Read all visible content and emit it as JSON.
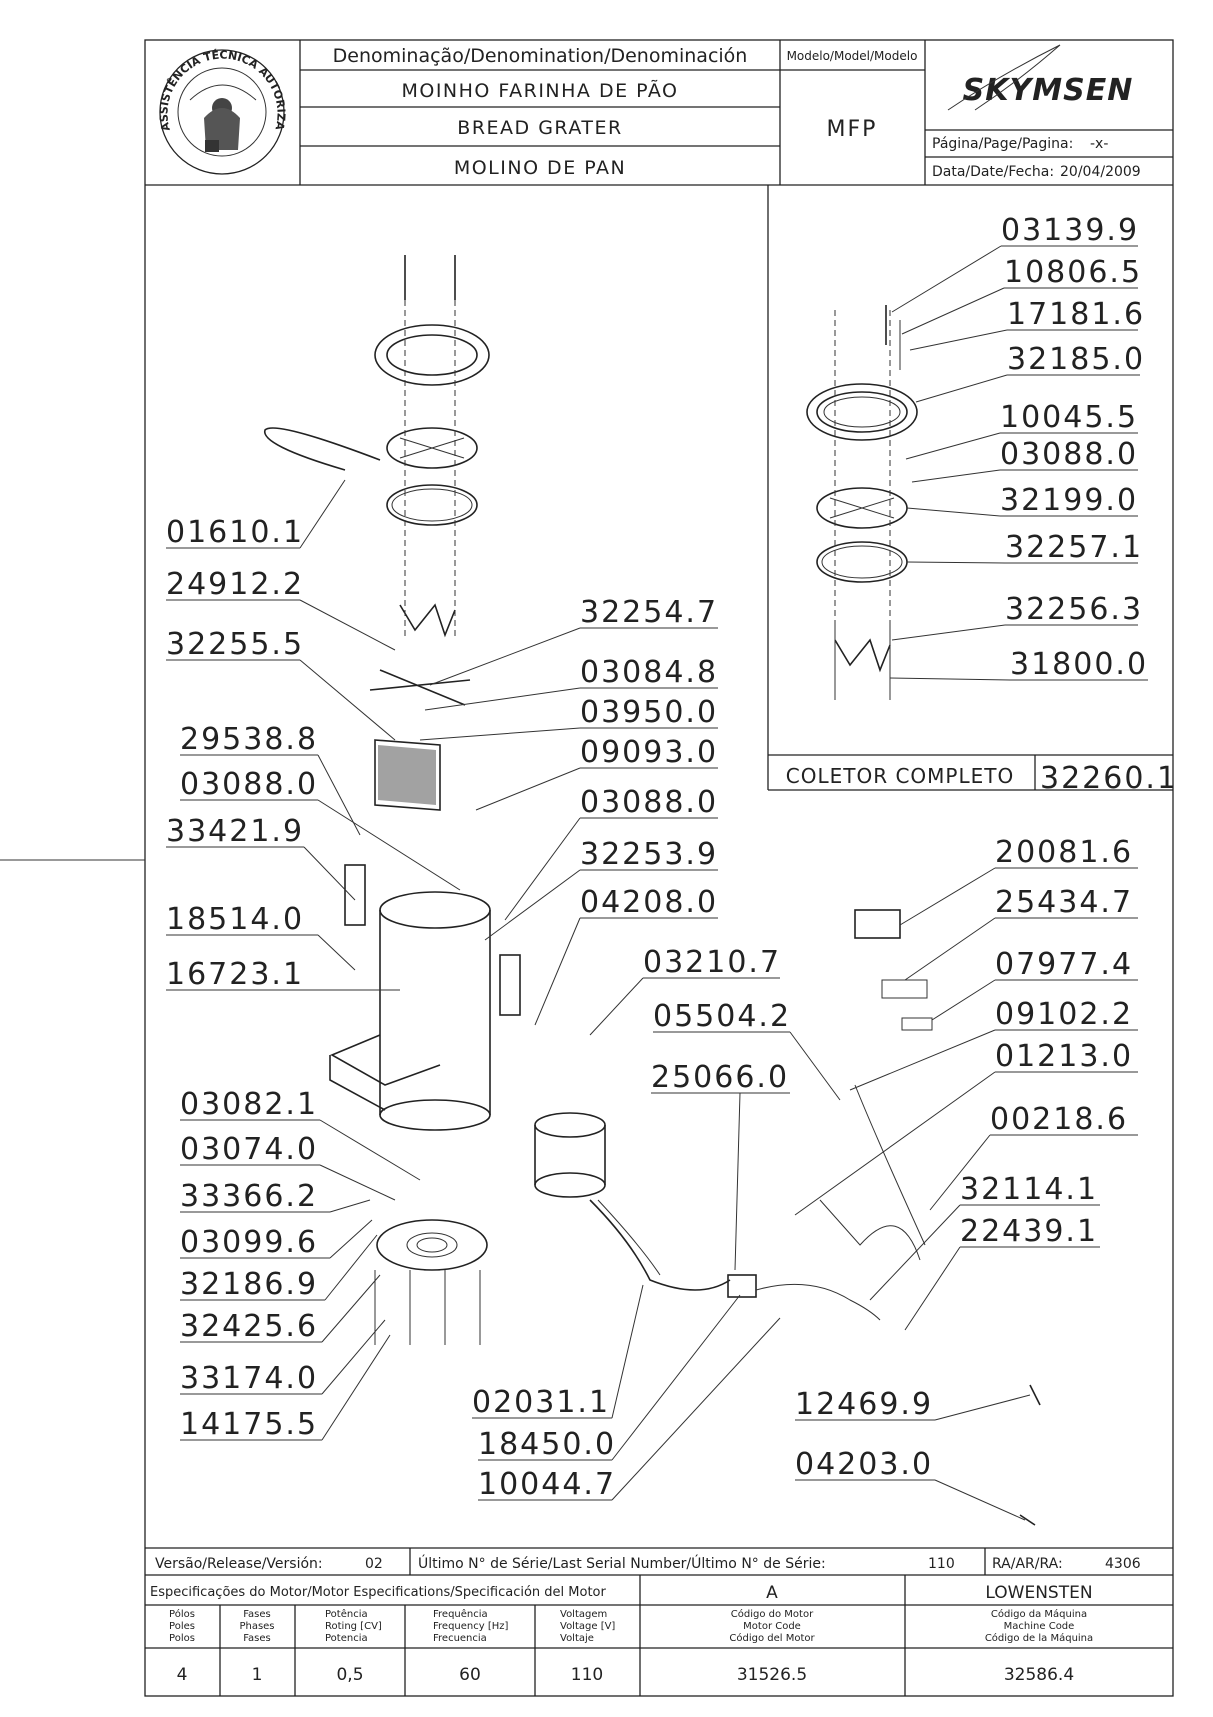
{
  "header": {
    "denomination_label": "Denominação/Denomination/Denominación",
    "name_pt": "MOINHO FARINHA DE PÃO",
    "name_en": "BREAD GRATER",
    "name_es": "MOLINO DE PAN",
    "model_label": "Modelo/Model/Modelo",
    "model_value": "MFP",
    "brand": "SKYMSEN",
    "page_label": "Página/Page/Pagina:",
    "page_value": "-x-",
    "date_label": "Data/Date/Fecha:",
    "date_value": "20/04/2009",
    "seal_text": "ASSISTÊNCIA TÉCNICA AUTORIZADA"
  },
  "collector": {
    "label": "COLETOR COMPLETO",
    "code": "32260.1",
    "parts": [
      "03139.9",
      "10806.5",
      "17181.6",
      "32185.0",
      "10045.5",
      "03088.0",
      "32199.0",
      "32257.1",
      "32256.3",
      "31800.0"
    ]
  },
  "parts_left": [
    "01610.1",
    "24912.2",
    "32255.5",
    "29538.8",
    "03088.0",
    "33421.9",
    "18514.0",
    "16723.1",
    "03082.1",
    "03074.0",
    "33366.2",
    "03099.6",
    "32186.9",
    "32425.6",
    "33174.0",
    "14175.5"
  ],
  "parts_center": [
    "32254.7",
    "03084.8",
    "03950.0",
    "09093.0",
    "03088.0",
    "32253.9",
    "04208.0",
    "03210.7",
    "05504.2",
    "25066.0",
    "02031.1",
    "18450.0",
    "10044.7"
  ],
  "parts_right": [
    "20081.6",
    "25434.7",
    "07977.4",
    "09102.2",
    "01213.0",
    "00218.6",
    "32114.1",
    "22439.1",
    "12469.9",
    "04203.0"
  ],
  "footer": {
    "version_label": "Versão/Release/Versión:",
    "version_value": "02",
    "serial_label": "Último N° de Série/Last Serial Number/Último N° de Série:",
    "serial_value": "110",
    "ra_label": "RA/AR/RA:",
    "ra_value": "4306",
    "motor_spec_label": "Especificações do Motor/Motor Especifications/Specificación del Motor",
    "motor_variant": "A",
    "manufacturer": "LOWENSTEN",
    "col_poles": [
      "Pólos",
      "Poles",
      "Polos"
    ],
    "col_phases": [
      "Fases",
      "Phases",
      "Fases"
    ],
    "col_power": [
      "Potência",
      "Roting [CV]",
      "Potencia"
    ],
    "col_freq": [
      "Frequência",
      "Frequency [Hz]",
      "Frecuencia"
    ],
    "col_voltage": [
      "Voltagem",
      "Voltage [V]",
      "Voltaje"
    ],
    "col_motor_code": [
      "Código do Motor",
      "Motor Code",
      "Código del Motor"
    ],
    "col_machine_code": [
      "Código da Máquina",
      "Machine Code",
      "Código de la Máquina"
    ],
    "poles": "4",
    "phases": "1",
    "power": "0,5",
    "frequency": "60",
    "voltage": "110",
    "motor_code": "31526.5",
    "machine_code": "32586.4"
  }
}
